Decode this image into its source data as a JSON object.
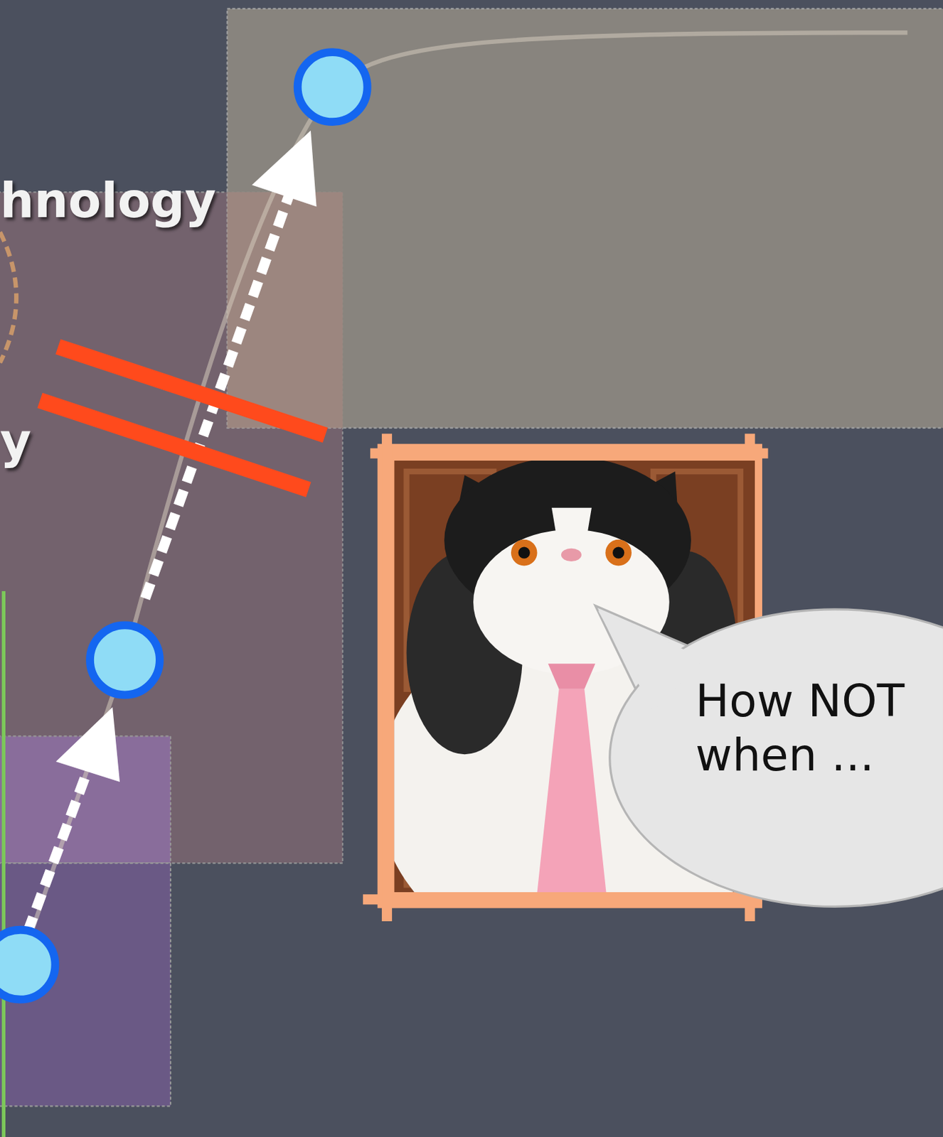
{
  "diagram": {
    "nodes": [
      {
        "text": [
          "How NOT when ..."
        ]
      }
    ],
    "labels": [
      "hnology",
      "y"
    ]
  }
}
